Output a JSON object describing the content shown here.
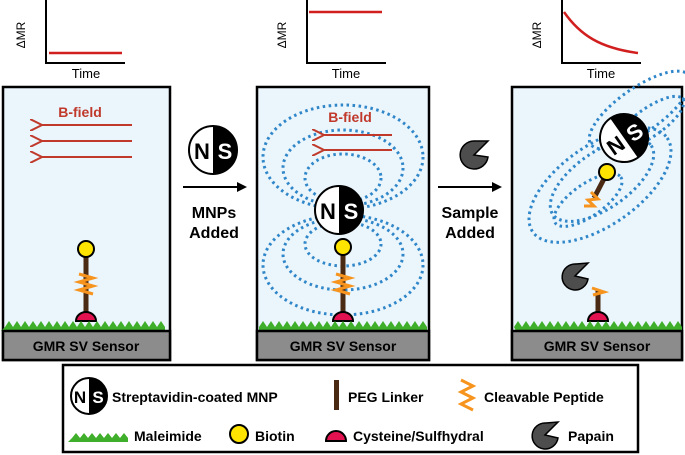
{
  "graphs": [
    {
      "ylabel": "ΔMR",
      "xlabel": "Time",
      "curve": "low-flat",
      "color": "#d11f1f"
    },
    {
      "ylabel": "ΔMR",
      "xlabel": "Time",
      "curve": "high-flat",
      "color": "#d11f1f"
    },
    {
      "ylabel": "ΔMR",
      "xlabel": "Time",
      "curve": "decay",
      "color": "#d11f1f"
    }
  ],
  "panels": {
    "sensor_label": "GMR SV Sensor",
    "bfield_label": "B-field"
  },
  "mnp": {
    "n": "N",
    "s": "S"
  },
  "steps": {
    "step1_line1": "MNPs",
    "step1_line2": "Added",
    "step2_line1": "Sample",
    "step2_line2": "Added"
  },
  "legend": {
    "mnp": "Streptavidin-coated MNP",
    "peg": "PEG Linker",
    "peptide": "Cleavable Peptide",
    "maleimide": "Maleimide",
    "biotin": "Biotin",
    "cysteine": "Cysteine/Sulfhydral",
    "papain": "Papain"
  },
  "colors": {
    "panel_bg": "#eaf5fc",
    "sensor": "#8c8c8c",
    "maleimide": "#3fae2a",
    "bfield": "#c0392b",
    "field_lines": "#2f86c8",
    "biotin": "#ffe400",
    "cysteine": "#e2114f",
    "peptide": "#f7941d",
    "peg": "#4a2a12",
    "papain": "#4d4d4d"
  }
}
